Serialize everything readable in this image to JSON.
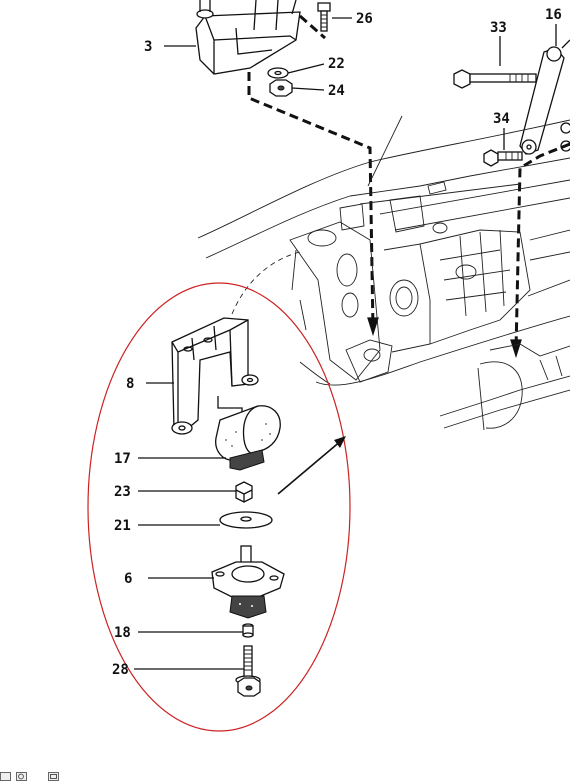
{
  "diagram": {
    "callouts": {
      "c3": "3",
      "c26": "26",
      "c22": "22",
      "c24": "24",
      "c33": "33",
      "c16": "16",
      "c34": "34",
      "c8": "8",
      "c17": "17",
      "c23": "23",
      "c21": "21",
      "c6": "6",
      "c18": "18",
      "c28": "28"
    },
    "colors": {
      "line": "#111111",
      "highlight_ellipse": "#cc2222",
      "background": "#ffffff"
    }
  },
  "toolbar": {
    "icons": [
      "page-icon",
      "zoom-icon",
      "frame-icon"
    ]
  }
}
